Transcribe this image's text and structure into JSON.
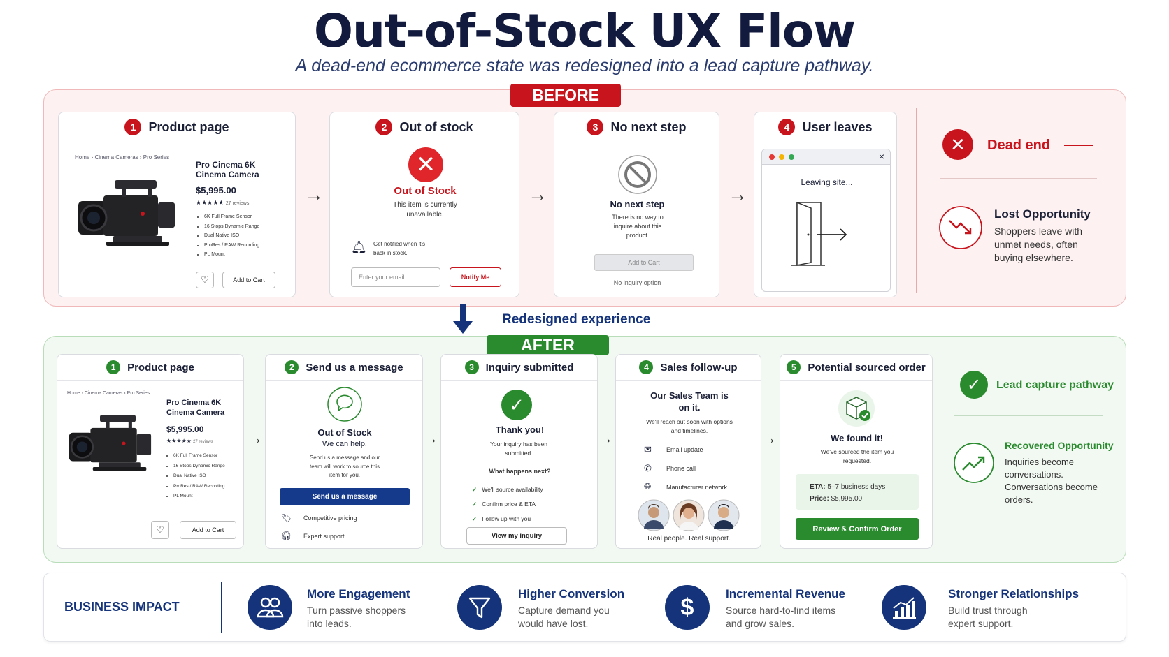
{
  "header": {
    "title": "Out-of-Stock UX Flow",
    "subtitle": "A dead-end ecommerce state was redesigned into a lead capture pathway."
  },
  "colors": {
    "red": "#c8141c",
    "green": "#2a8a2e",
    "navy": "#14337a"
  },
  "before": {
    "tag": "BEFORE",
    "cards": [
      {
        "num": "1",
        "title": "Product page"
      },
      {
        "num": "2",
        "title": "Out of stock"
      },
      {
        "num": "3",
        "title": "No next step"
      },
      {
        "num": "4",
        "title": "User leaves"
      }
    ],
    "product": {
      "breadcrumb": "Home  ›  Cinema Cameras  ›  Pro Series",
      "name": "Pro Cinema 6K Cinema Camera",
      "price": "$5,995.00",
      "stars": "★★★★★",
      "reviews": "27 reviews",
      "features": [
        "6K Full Frame Sensor",
        "16 Stops Dynamic Range",
        "Dual Native ISO",
        "ProRes / RAW Recording",
        "PL Mount"
      ],
      "add_to_cart": "Add to Cart"
    },
    "oos": {
      "title": "Out of Stock",
      "desc": "This item is currently unavailable.",
      "notify_text": "Get notified when it's back in stock.",
      "email_placeholder": "Enter your email",
      "notify_button": "Notify Me"
    },
    "nonext": {
      "title": "No next step",
      "desc": "There is no way to inquire about this product.",
      "add_to_cart": "Add to Cart",
      "no_inquiry": "No inquiry option"
    },
    "leaves": {
      "leaving": "Leaving site...",
      "close": "×"
    },
    "side": {
      "dead_end": "Dead end",
      "lost_title": "Lost Opportunity",
      "lost_desc": "Shoppers leave with unmet needs, often buying elsewhere."
    }
  },
  "transition": {
    "label": "Redesigned experience"
  },
  "after": {
    "tag": "AFTER",
    "cards": [
      {
        "num": "1",
        "title": "Product page"
      },
      {
        "num": "2",
        "title": "Send us a message"
      },
      {
        "num": "3",
        "title": "Inquiry submitted"
      },
      {
        "num": "4",
        "title": "Sales follow-up"
      },
      {
        "num": "5",
        "title": "Potential sourced order"
      }
    ],
    "product": {
      "breadcrumb": "Home  ›  Cinema Cameras  ›  Pro Series",
      "name": "Pro Cinema 6K Cinema Camera",
      "price": "$5,995.00",
      "stars": "★★★★★",
      "reviews": "27 reviews",
      "features": [
        "6K Full Frame Sensor",
        "16 Stops Dynamic Range",
        "Dual Native ISO",
        "ProRes / RAW Recording",
        "PL Mount"
      ],
      "add_to_cart": "Add to Cart"
    },
    "message": {
      "title": "Out of Stock",
      "help": "We can help.",
      "desc": "Send us a message and our team will work to source this item for you.",
      "button": "Send us a message",
      "perks": [
        "Competitive pricing",
        "Expert support"
      ]
    },
    "submitted": {
      "title": "Thank you!",
      "desc": "Your inquiry has been submitted.",
      "next": "What happens next?",
      "steps": [
        "We'll source availability",
        "Confirm price & ETA",
        "Follow up with you"
      ],
      "button": "View my inquiry"
    },
    "followup": {
      "title": "Our Sales Team is on it.",
      "desc": "We'll reach out soon with options and timelines.",
      "channels": [
        "Email update",
        "Phone call",
        "Manufacturer network"
      ],
      "footer": "Real people. Real support."
    },
    "order": {
      "title": "We found it!",
      "desc": "We've sourced the item you requested.",
      "eta_label": "ETA:",
      "eta": "5–7 business days",
      "price_label": "Price:",
      "price": "$5,995.00",
      "button": "Review & Confirm Order"
    },
    "side": {
      "lead": "Lead capture pathway",
      "recovered_title": "Recovered Opportunity",
      "recovered_desc": "Inquiries become conversations. Conversations become orders."
    }
  },
  "impact": {
    "label": "BUSINESS IMPACT",
    "items": [
      {
        "title": "More Engagement",
        "desc": "Turn passive shoppers into leads.",
        "icon": "users-icon"
      },
      {
        "title": "Higher Conversion",
        "desc": "Capture demand you would have lost.",
        "icon": "funnel-icon"
      },
      {
        "title": "Incremental Revenue",
        "desc": "Source hard-to-find items and grow sales.",
        "icon": "dollar-icon"
      },
      {
        "title": "Stronger Relationships",
        "desc": "Build trust through expert support.",
        "icon": "chart-icon"
      }
    ]
  }
}
